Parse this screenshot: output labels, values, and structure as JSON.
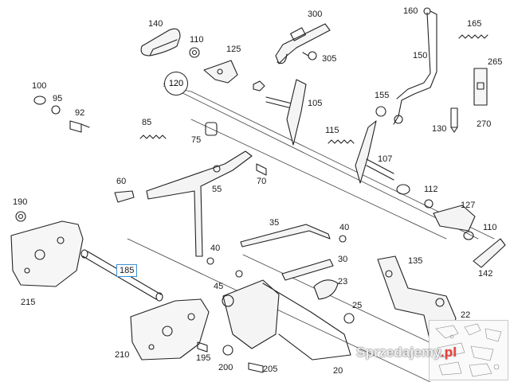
{
  "labels": {
    "l140": "140",
    "l300": "300",
    "l160": "160",
    "l165": "165",
    "l110a": "110",
    "l125": "125",
    "l305": "305",
    "l150": "150",
    "l265": "265",
    "l120": "120",
    "l100": "100",
    "l95": "95",
    "l92": "92",
    "l105": "105",
    "l155": "155",
    "l85": "85",
    "l75": "75",
    "l115": "115",
    "l107": "107",
    "l130": "130",
    "l270": "270",
    "l60": "60",
    "l55": "55",
    "l70": "70",
    "l112": "112",
    "l190": "190",
    "l127": "127",
    "l35": "35",
    "l40a": "40",
    "l110b": "110",
    "l40b": "40",
    "l30": "30",
    "l185": "185",
    "l135": "135",
    "l142": "142",
    "l45": "45",
    "l23": "23",
    "l215": "215",
    "l25": "25",
    "l22": "22",
    "l210": "210",
    "l195": "195",
    "l200": "200",
    "l205": "205",
    "l20": "20"
  },
  "watermark": {
    "brand": "Sprzedajemy",
    "tld": ".pl"
  },
  "colors": {
    "line": "#222222",
    "highlight": "#3a8fd8",
    "watermark_dot": "#e8413a"
  }
}
